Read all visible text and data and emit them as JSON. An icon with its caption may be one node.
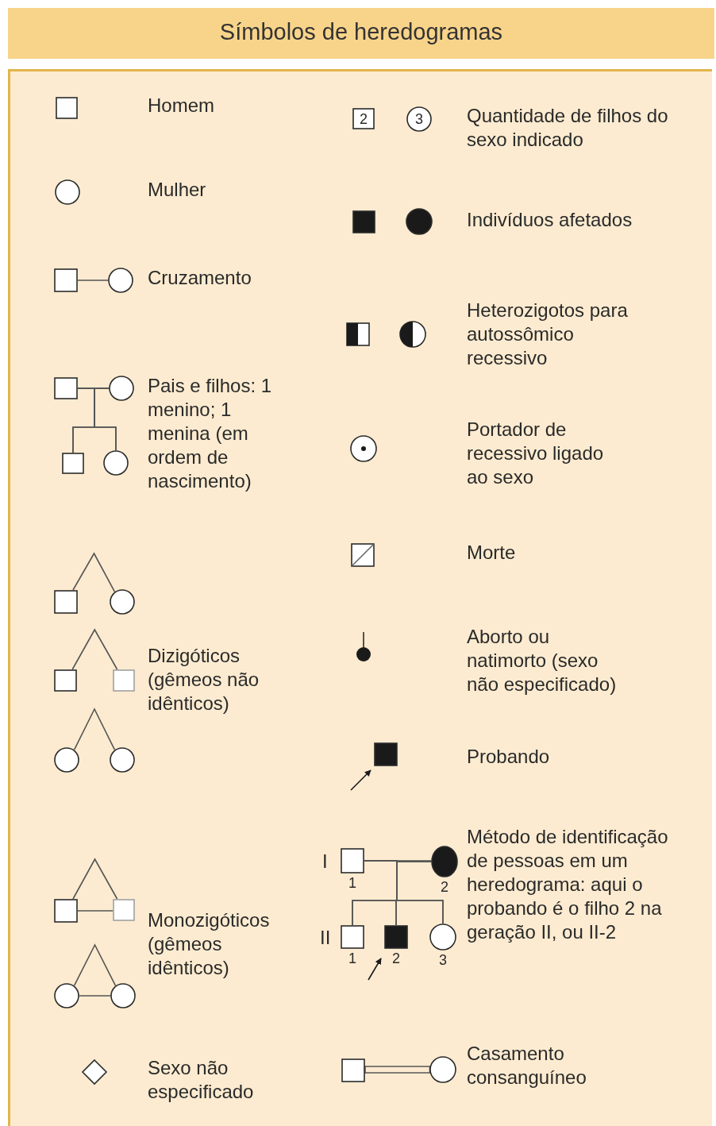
{
  "diagram": {
    "title": "Símbolos de heredogramas",
    "nodes": [
      {
        "text": [],
        "shape": "box"
      },
      {
        "text": [],
        "shape": "circle"
      },
      {
        "text": [],
        "shape": "box"
      },
      {
        "text": [],
        "shape": "circle"
      },
      {
        "text": [],
        "shape": "box"
      },
      {
        "text": [],
        "shape": "circle"
      },
      {
        "text": [],
        "shape": "box"
      },
      {
        "text": [],
        "shape": "circle"
      },
      {
        "text": [],
        "shape": "box"
      },
      {
        "text": [],
        "shape": "circle"
      },
      {
        "text": [],
        "shape": "box"
      },
      {
        "text": [],
        "shape": "box"
      },
      {
        "text": [],
        "shape": "circle"
      },
      {
        "text": [],
        "shape": "circle"
      },
      {
        "text": [],
        "shape": "box"
      },
      {
        "text": [],
        "shape": "box"
      },
      {
        "text": [],
        "shape": "circle"
      },
      {
        "text": [],
        "shape": "circle"
      },
      {
        "text": [],
        "shape": "diamond"
      },
      {
        "text": [
          "2"
        ]
      },
      {
        "text": [
          "3"
        ]
      },
      {
        "text": [],
        "shape": "box"
      },
      {
        "text": [],
        "shape": "circle"
      },
      {
        "text": [],
        "shape": "box"
      },
      {
        "text": [],
        "shape": "circle"
      },
      {
        "text": [],
        "shape": "circle"
      },
      {
        "text": [],
        "shape": "box"
      },
      {
        "text": [],
        "shape": "circle"
      },
      {
        "text": [],
        "shape": "box"
      },
      {
        "text": [],
        "shape": "box",
        "beside": [
          "1"
        ]
      },
      {
        "text": [],
        "shape": "circle",
        "beside": [
          "2"
        ]
      },
      {
        "text": [],
        "shape": "box",
        "beside": [
          "1"
        ]
      },
      {
        "text": [],
        "shape": "box",
        "beside": [
          "2"
        ]
      },
      {
        "text": [],
        "shape": "circle",
        "beside": [
          "3"
        ]
      },
      {
        "text": [],
        "shape": "box"
      },
      {
        "text": [],
        "shape": "circle"
      }
    ],
    "edges": [
      {
        "from": 2,
        "to": 3,
        "arrow": "none"
      },
      {
        "from": 4,
        "to": 5,
        "arrow": "none"
      },
      {
        "from": 4,
        "to": 6,
        "arrow": "none"
      },
      {
        "from": 4,
        "to": 7,
        "arrow": "none"
      },
      {
        "from": 5,
        "to": 6,
        "arrow": "none"
      },
      {
        "from": 5,
        "to": 7,
        "arrow": "none"
      },
      {
        "from": 8,
        "to": 9,
        "arrow": "none"
      },
      {
        "from": 10,
        "to": 11,
        "arrow": "none"
      },
      {
        "from": 12,
        "to": 13,
        "arrow": "none"
      },
      {
        "from": 14,
        "to": 15,
        "arrow": "none"
      },
      {
        "from": 14,
        "to": 15,
        "arrow": "none"
      },
      {
        "from": 16,
        "to": 17,
        "arrow": "none"
      },
      {
        "from": 16,
        "to": 17,
        "arrow": "none"
      },
      {
        "from": null,
        "to": 28,
        "arrow": "to"
      },
      {
        "from": 29,
        "to": 30,
        "arrow": "none"
      },
      {
        "from": 29,
        "to": 31,
        "arrow": "none"
      },
      {
        "from": 29,
        "to": 32,
        "arrow": "none"
      },
      {
        "from": 29,
        "to": 33,
        "arrow": "none"
      },
      {
        "from": 30,
        "to": 31,
        "arrow": "none"
      },
      {
        "from": 30,
        "to": 32,
        "arrow": "none"
      },
      {
        "from": 30,
        "to": 33,
        "arrow": "none"
      },
      {
        "from": null,
        "to": 32,
        "arrow": "to"
      },
      {
        "from": 34,
        "to": 35,
        "arrow": "none"
      }
    ],
    "labels": [
      "Homem",
      "Mulher",
      "Cruzamento",
      "Pais e filhos: 1 menino; 1 menina (em ordem de nascimento)",
      "Dizigóticos (gêmeos não idênticos)",
      "Monozigóticos (gêmeos idênticos)",
      "Sexo não especificado",
      "Quantidade de filhos do sexo indicado",
      "Indivíduos afetados",
      "Heterozigotos para autossômico recessivo",
      "Portador de recessivo ligado ao sexo",
      "Morte",
      "Aborto ou natimorto (sexo não especificado)",
      "Probando",
      "I",
      "II",
      "Método de identificação de pessoas em um heredograma: aqui o probando é o filho 2 na geração II, ou II-2",
      "Casamento consanguíneo"
    ]
  }
}
